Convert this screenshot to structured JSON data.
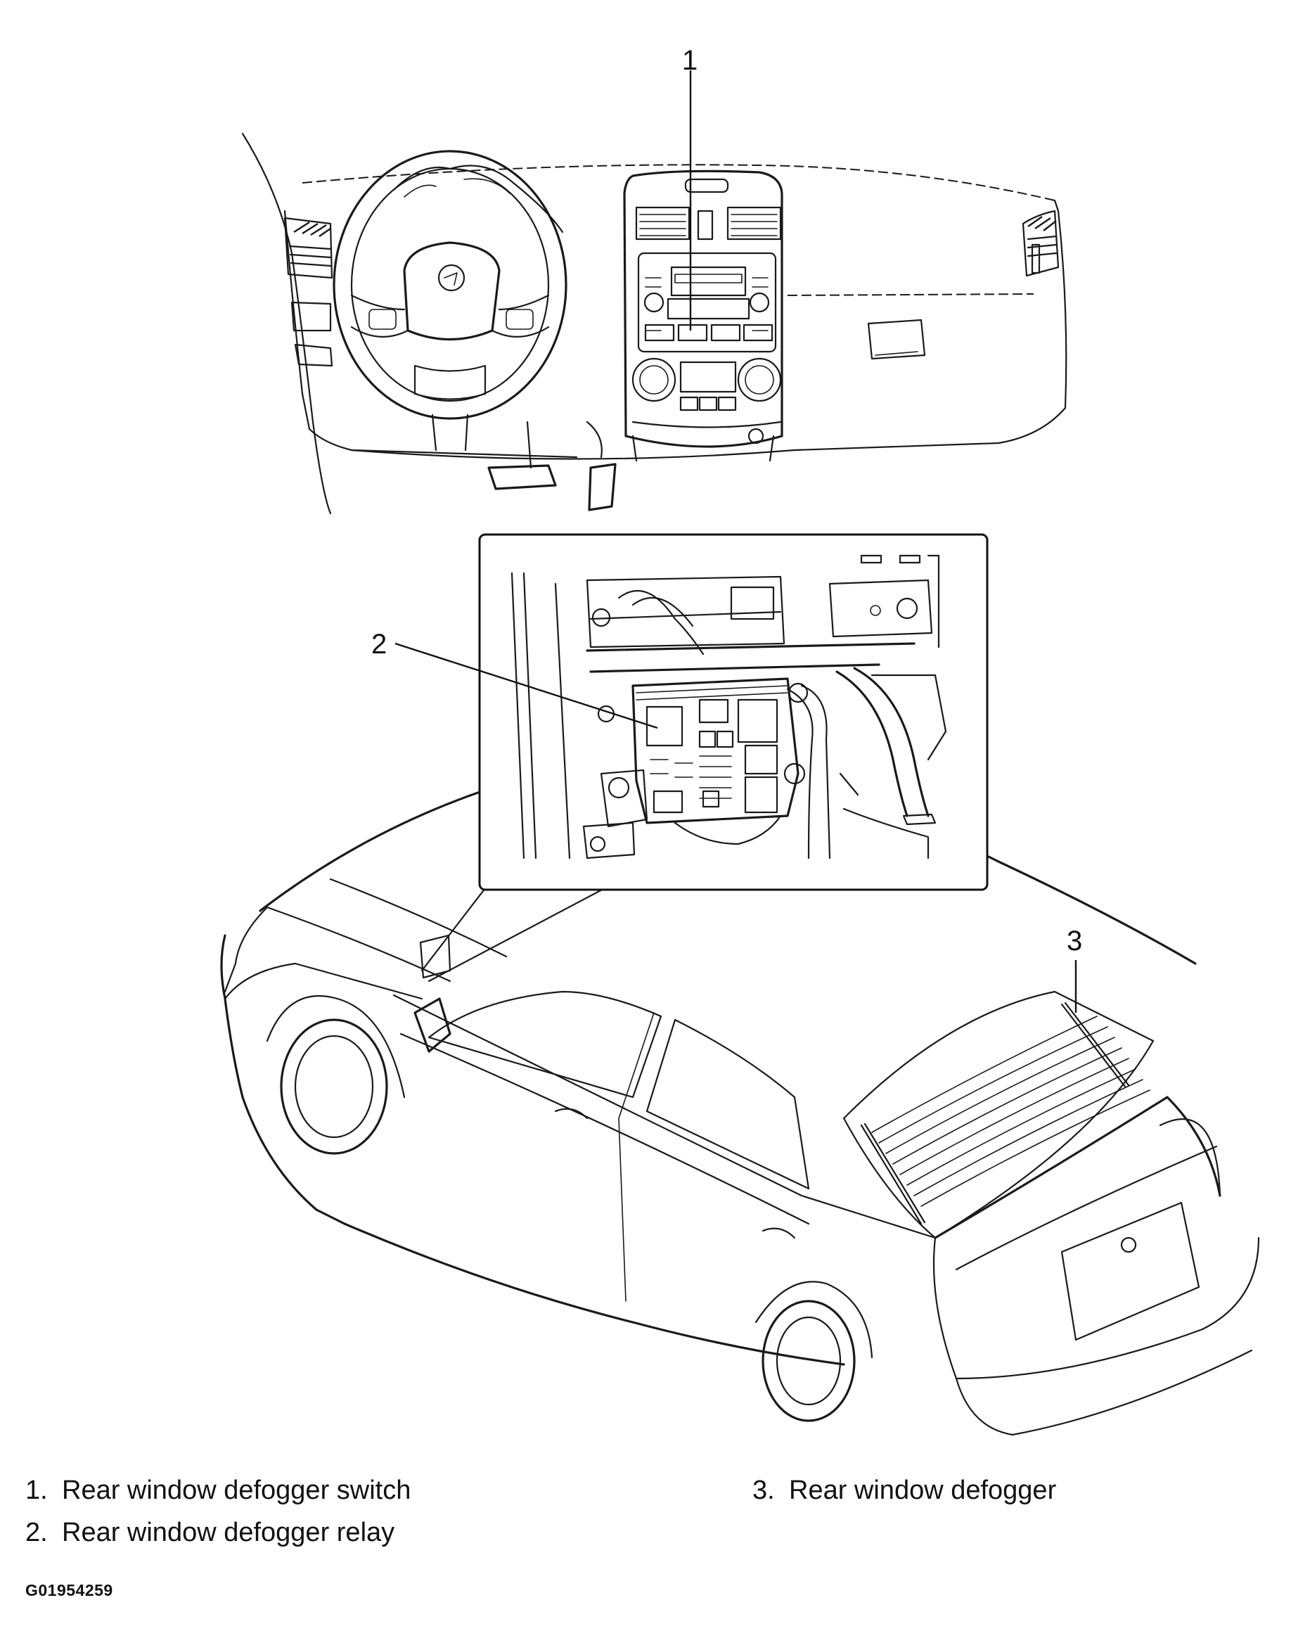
{
  "callouts": {
    "c1": "1",
    "c2": "2",
    "c3": "3"
  },
  "legend": [
    {
      "number": "1.",
      "label": "Rear window defogger switch"
    },
    {
      "number": "2.",
      "label": "Rear window defogger relay"
    },
    {
      "number": "3.",
      "label": "Rear window defogger"
    }
  ],
  "figure_code": "G01954259"
}
